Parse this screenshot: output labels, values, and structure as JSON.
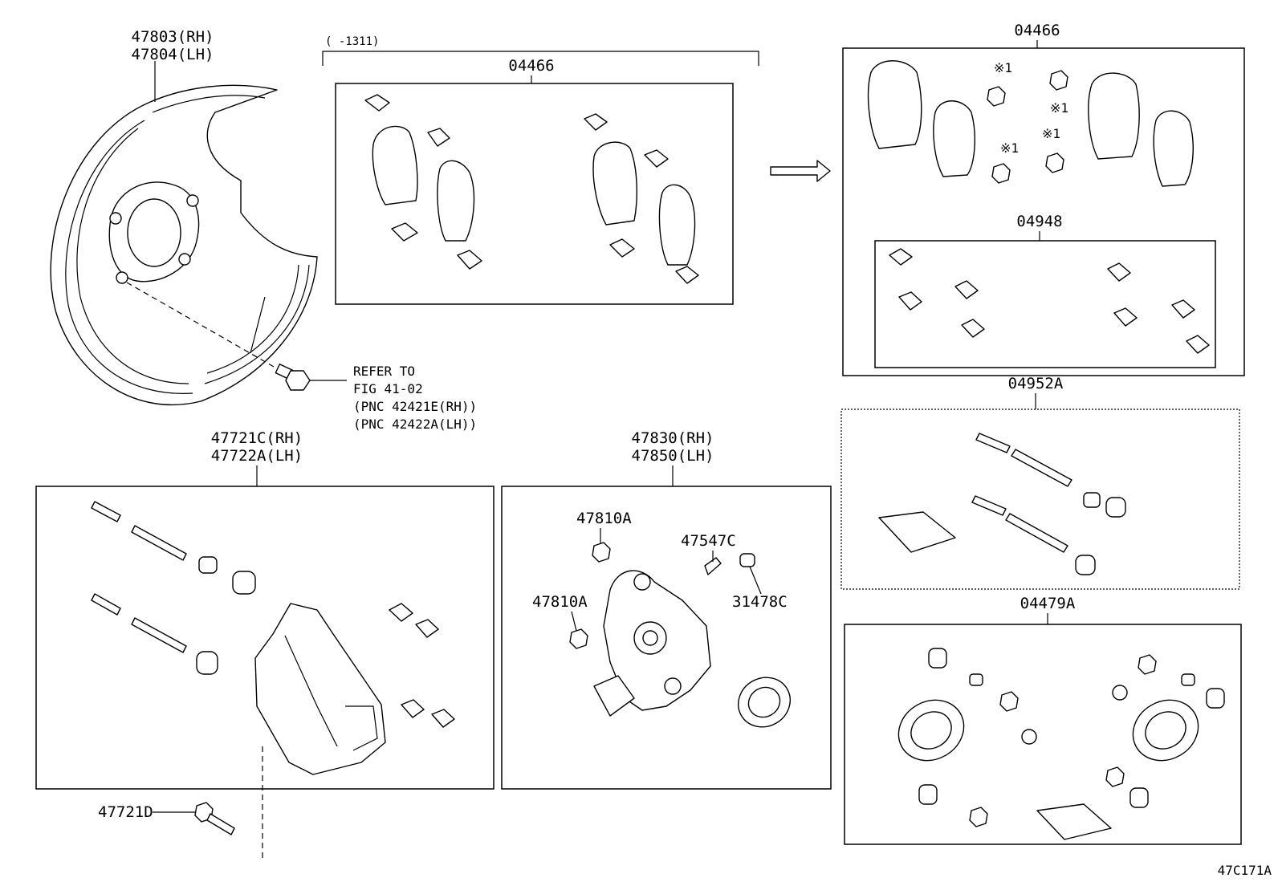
{
  "labels": {
    "shield": [
      "47803(RH)",
      "47804(LH)"
    ],
    "refer_note": [
      "REFER TO",
      "FIG 41-02",
      "(PNC 42421E(RH))",
      "(PNC 42422A(LH))"
    ],
    "date_range": "(     -1311)",
    "kit_old": "04466",
    "kit_new": "04466",
    "note_marks": [
      "※1",
      "※1",
      "※1",
      "※1"
    ],
    "fitting_kit": "04948",
    "caliper_kit": "04952A",
    "seal_kit": "04479A",
    "mounting": [
      "47721C(RH)",
      "47722A(LH)"
    ],
    "caliper": [
      "47830(RH)",
      "47850(LH)"
    ],
    "bleeder_a": "47810A",
    "bleeder_b": "47810A",
    "plug": "47547C",
    "cap": "31478C",
    "bolt": "47721D",
    "figure_code": "47C171A"
  }
}
